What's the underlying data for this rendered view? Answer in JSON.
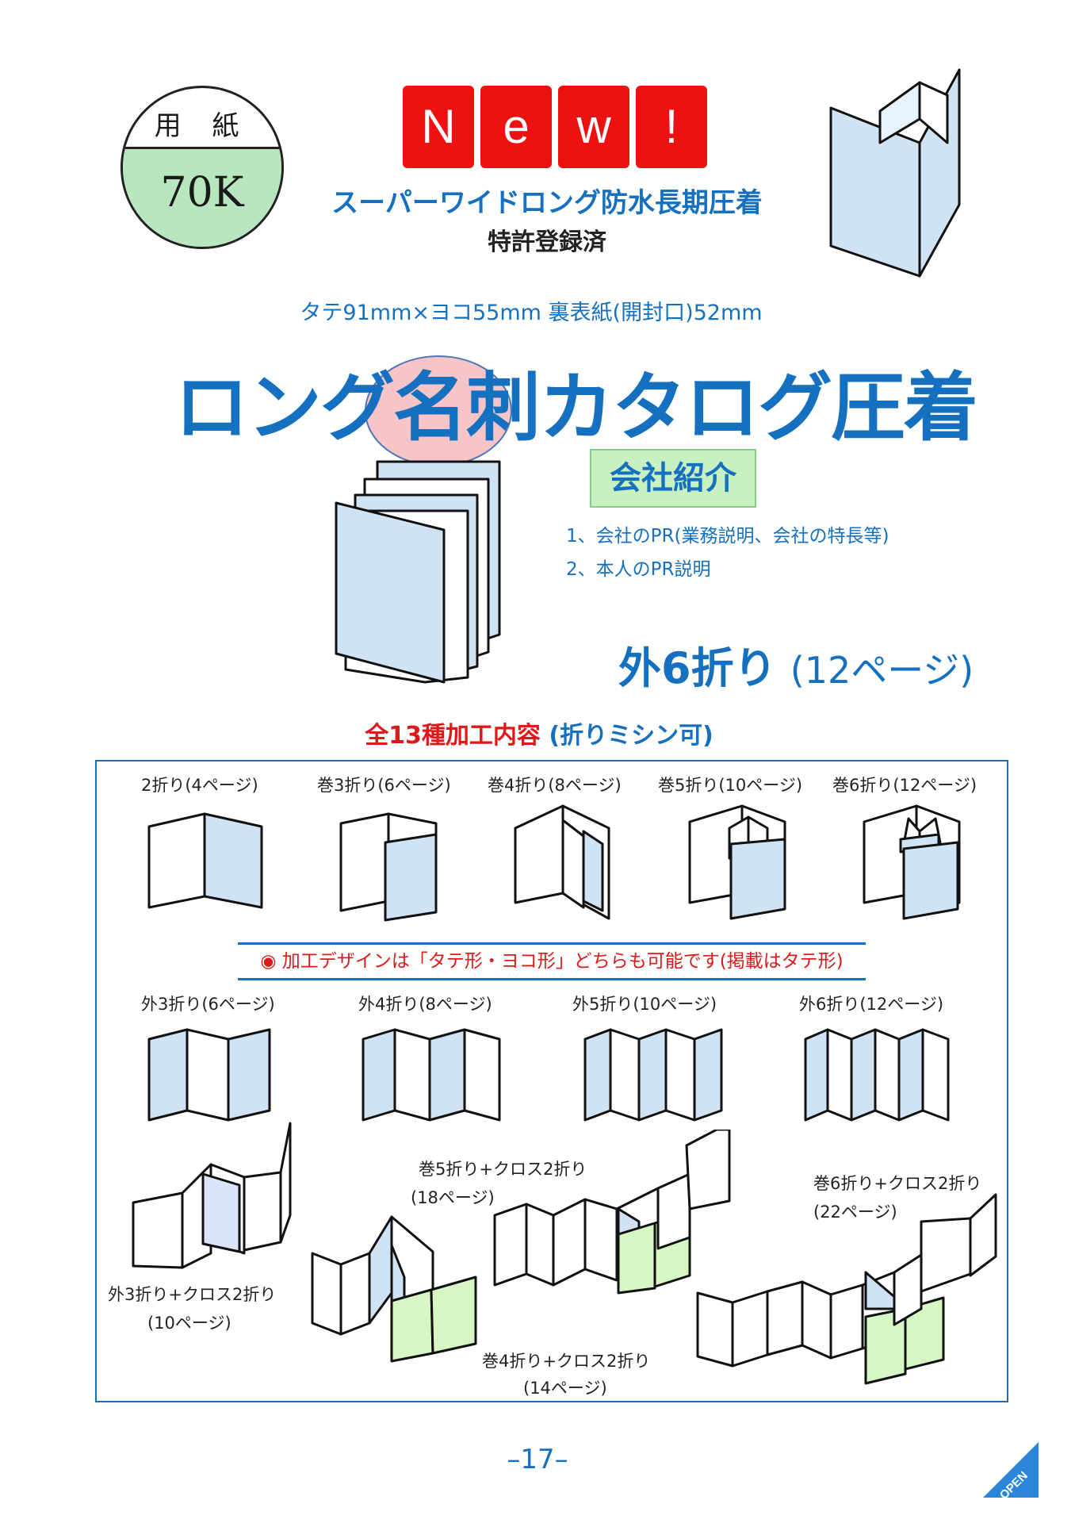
{
  "paper": {
    "label": "用 紙",
    "weight": "70K"
  },
  "new_letters": [
    "N",
    "e",
    "w",
    "!"
  ],
  "subtitle": "スーパーワイドロング防水長期圧着",
  "patent": "特許登録済",
  "dimensions": "タテ91mm×ヨコ55mm 裏表紙(開封口)52mm",
  "title": {
    "before": "ロング",
    "highlight": "名刺",
    "after": "カタログ圧着"
  },
  "company": {
    "heading": "会社紹介",
    "items": [
      "1、会社のPR(業務説明、会社の特長等)",
      "2、本人のPR説明"
    ]
  },
  "fold_type": {
    "main": "外6折り",
    "pages": "(12ページ)"
  },
  "processing": {
    "red": "全13種加工内容",
    "blue": "(折りミシン可)"
  },
  "row1": [
    "2折り(4ページ)",
    "巻3折り(6ページ)",
    "巻4折り(8ページ)",
    "巻5折り(10ページ)",
    "巻6折り(12ページ)"
  ],
  "note": "◉ 加工デザインは「タテ形・ヨコ形」どちらも可能です(掲載はタテ形)",
  "row2": [
    "外3折り(6ページ)",
    "外4折り(8ページ)",
    "外5折り(10ページ)",
    "外6折り(12ページ)"
  ],
  "cross": {
    "a_title": "外3折り+クロス2折り",
    "a_pages": "(10ページ)",
    "b_title": "巻5折り+クロス2折り",
    "b_pages": "(18ページ)",
    "c_title": "巻6折り+クロス2折り",
    "c_pages": "(22ページ)",
    "d_title": "巻4折り+クロス2折り",
    "d_pages": "(14ページ)"
  },
  "page_number": "–17–",
  "open_label": "OPEN",
  "colors": {
    "blue": "#1670c0",
    "red": "#ee1111",
    "panel": "#cfe3f5",
    "green": "#d6f7c4"
  }
}
